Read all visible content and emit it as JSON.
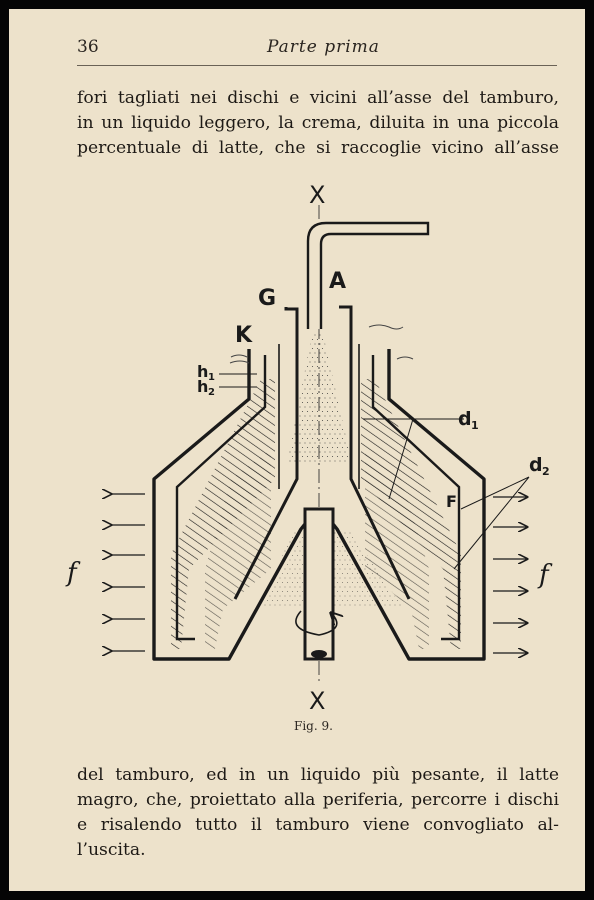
{
  "header": {
    "page_number": "36",
    "running_head": "Parte prima"
  },
  "paragraph_top": [
    "fori tagliati nei dischi e vicini all’asse del tamburo,",
    "in un liquido leggero, la crema, diluita in una piccola",
    "percentuale di latte, che si raccoglie vicino all’asse"
  ],
  "figure": {
    "caption": "Fig. 9.",
    "labels": {
      "x_top": "X",
      "x_bottom": "X",
      "a": "A",
      "g": "G",
      "k": "K",
      "h1": "h",
      "h1_sub": "1",
      "h2": "h",
      "h2_sub": "2",
      "d1": "d",
      "d1_sub": "1",
      "d2": "d",
      "d2_sub": "2",
      "f_upper": "F",
      "f_left": "f",
      "f_right": "f"
    }
  },
  "paragraph_bottom": [
    "del tamburo, ed in un liquido più pesante, il latte",
    "magro, che, proiettato alla periferia, percorre i dischi",
    "e risalendo tutto il tamburo viene convogliato al-",
    "l’uscita."
  ]
}
